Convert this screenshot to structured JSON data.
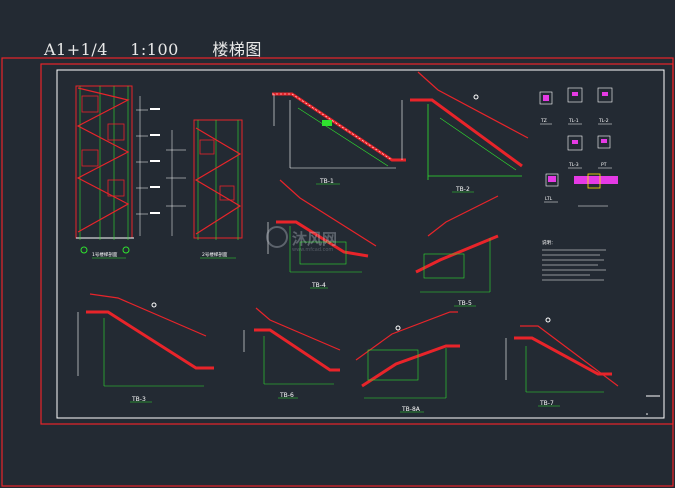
{
  "drawing_title": "A1+1/4    1:100      楼梯图",
  "watermark": {
    "text": "沐风网",
    "sub": "www.mfcad.com"
  },
  "labels": {
    "sec1": "1号楼梯剖面",
    "sec2": "2号楼梯剖面",
    "tb1": "TB-1",
    "tb2": "TB-2",
    "tb3": "TB-3",
    "tb4": "TB-4",
    "tb5": "TB-5",
    "tb6": "TB-6",
    "tb7": "TB-7",
    "tb8a": "TB-8A",
    "tz": "TZ",
    "tl1": "TL-1",
    "tl2": "TL-2",
    "tl3": "TL-3",
    "pt": "PT",
    "ltl": "LTL",
    "note_title": "说明："
  },
  "colors": {
    "background": "#232a33",
    "frame": "#e8242a",
    "inner_frame": "#ffffff",
    "stair": "#e8242a",
    "line": "#2fe22f",
    "dim": "#ffffff",
    "rebar": "#ffe600",
    "accent": "#e53ae5"
  }
}
